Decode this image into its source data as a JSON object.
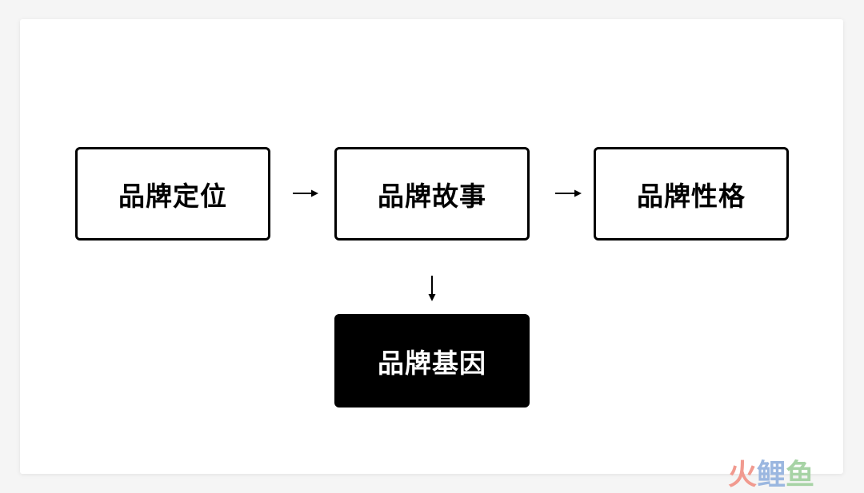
{
  "nodes": [
    {
      "label": "品牌定位"
    },
    {
      "label": "品牌故事"
    },
    {
      "label": "品牌性格"
    },
    {
      "label": "品牌基因"
    }
  ],
  "watermark": {
    "chars": [
      "火",
      "鲤",
      "鱼"
    ],
    "colors": [
      "#f19a8f",
      "#9bb7e0",
      "#a7d3a5"
    ]
  }
}
